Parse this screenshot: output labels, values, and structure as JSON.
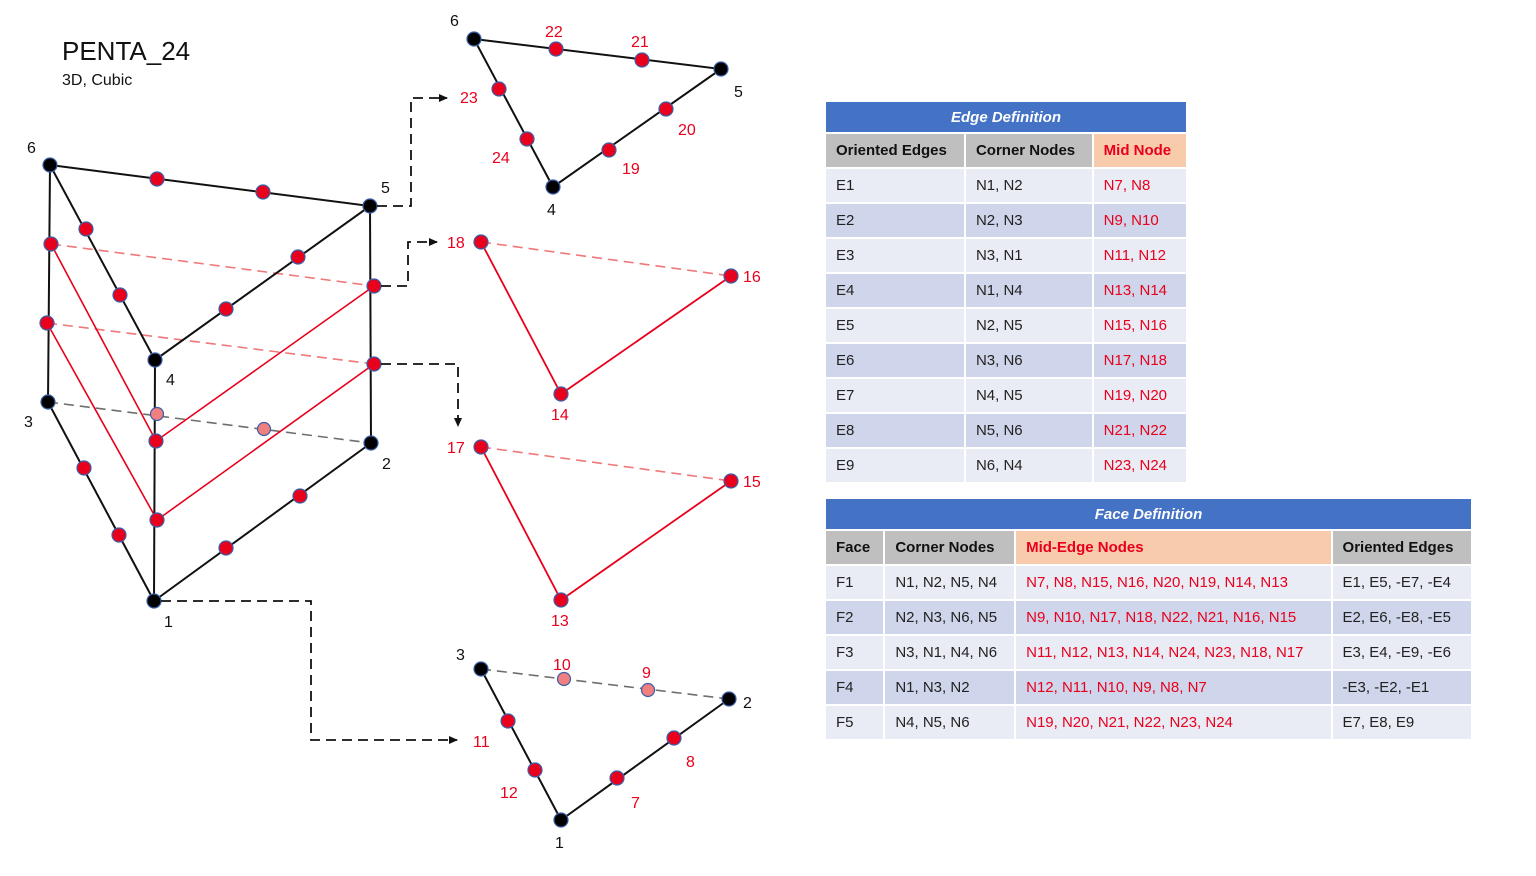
{
  "title": "PENTA_24",
  "subtitle": "3D, Cubic",
  "colors": {
    "red": "#e8001c",
    "corner": "#000000",
    "header_blue": "#4472c4",
    "header_gray": "#bfbfbf",
    "header_peach": "#f8cbad"
  },
  "labels": {
    "prism": {
      "n1": "1",
      "n2": "2",
      "n3": "3",
      "n4": "4",
      "n5": "5",
      "n6": "6"
    },
    "top_face": {
      "n6": "6",
      "n5": "5",
      "n4": "4",
      "n19": "19",
      "n20": "20",
      "n21": "21",
      "n22": "22",
      "n23": "23",
      "n24": "24"
    },
    "upper_mid": {
      "n18": "18",
      "n16": "16",
      "n14": "14"
    },
    "lower_mid": {
      "n17": "17",
      "n15": "15",
      "n13": "13"
    },
    "bottom_face": {
      "n3": "3",
      "n2": "2",
      "n1": "1",
      "n7": "7",
      "n8": "8",
      "n9": "9",
      "n10": "10",
      "n11": "11",
      "n12": "12"
    }
  },
  "edge_table": {
    "caption": "Edge Definition",
    "headers": [
      "Oriented Edges",
      "Corner Nodes",
      "Mid Node"
    ],
    "rows": [
      [
        "E1",
        "N1, N2",
        "N7, N8"
      ],
      [
        "E2",
        "N2, N3",
        "N9, N10"
      ],
      [
        "E3",
        "N3, N1",
        "N11, N12"
      ],
      [
        "E4",
        "N1, N4",
        "N13, N14"
      ],
      [
        "E5",
        "N2, N5",
        "N15, N16"
      ],
      [
        "E6",
        "N3, N6",
        "N17, N18"
      ],
      [
        "E7",
        "N4, N5",
        "N19, N20"
      ],
      [
        "E8",
        "N5, N6",
        "N21, N22"
      ],
      [
        "E9",
        "N6, N4",
        "N23, N24"
      ]
    ]
  },
  "face_table": {
    "caption": "Face Definition",
    "headers": [
      "Face",
      "Corner Nodes",
      "Mid-Edge Nodes",
      "Oriented Edges"
    ],
    "rows": [
      [
        "F1",
        "N1, N2, N5, N4",
        "N7, N8, N15, N16, N20, N19, N14, N13",
        "E1, E5, -E7, -E4"
      ],
      [
        "F2",
        "N2, N3, N6, N5",
        "N9, N10, N17, N18, N22, N21, N16, N15",
        "E2, E6, -E8, -E5"
      ],
      [
        "F3",
        "N3, N1, N4, N6",
        "N11, N12, N13, N14, N24, N23, N18, N17",
        "E3, E4, -E9, -E6"
      ],
      [
        "F4",
        "N1, N3, N2",
        "N12, N11, N10, N9, N8, N7",
        "-E3, -E2, -E1"
      ],
      [
        "F5",
        "N4, N5, N6",
        "N19, N20, N21, N22, N23, N24",
        "E7, E8, E9"
      ]
    ]
  }
}
